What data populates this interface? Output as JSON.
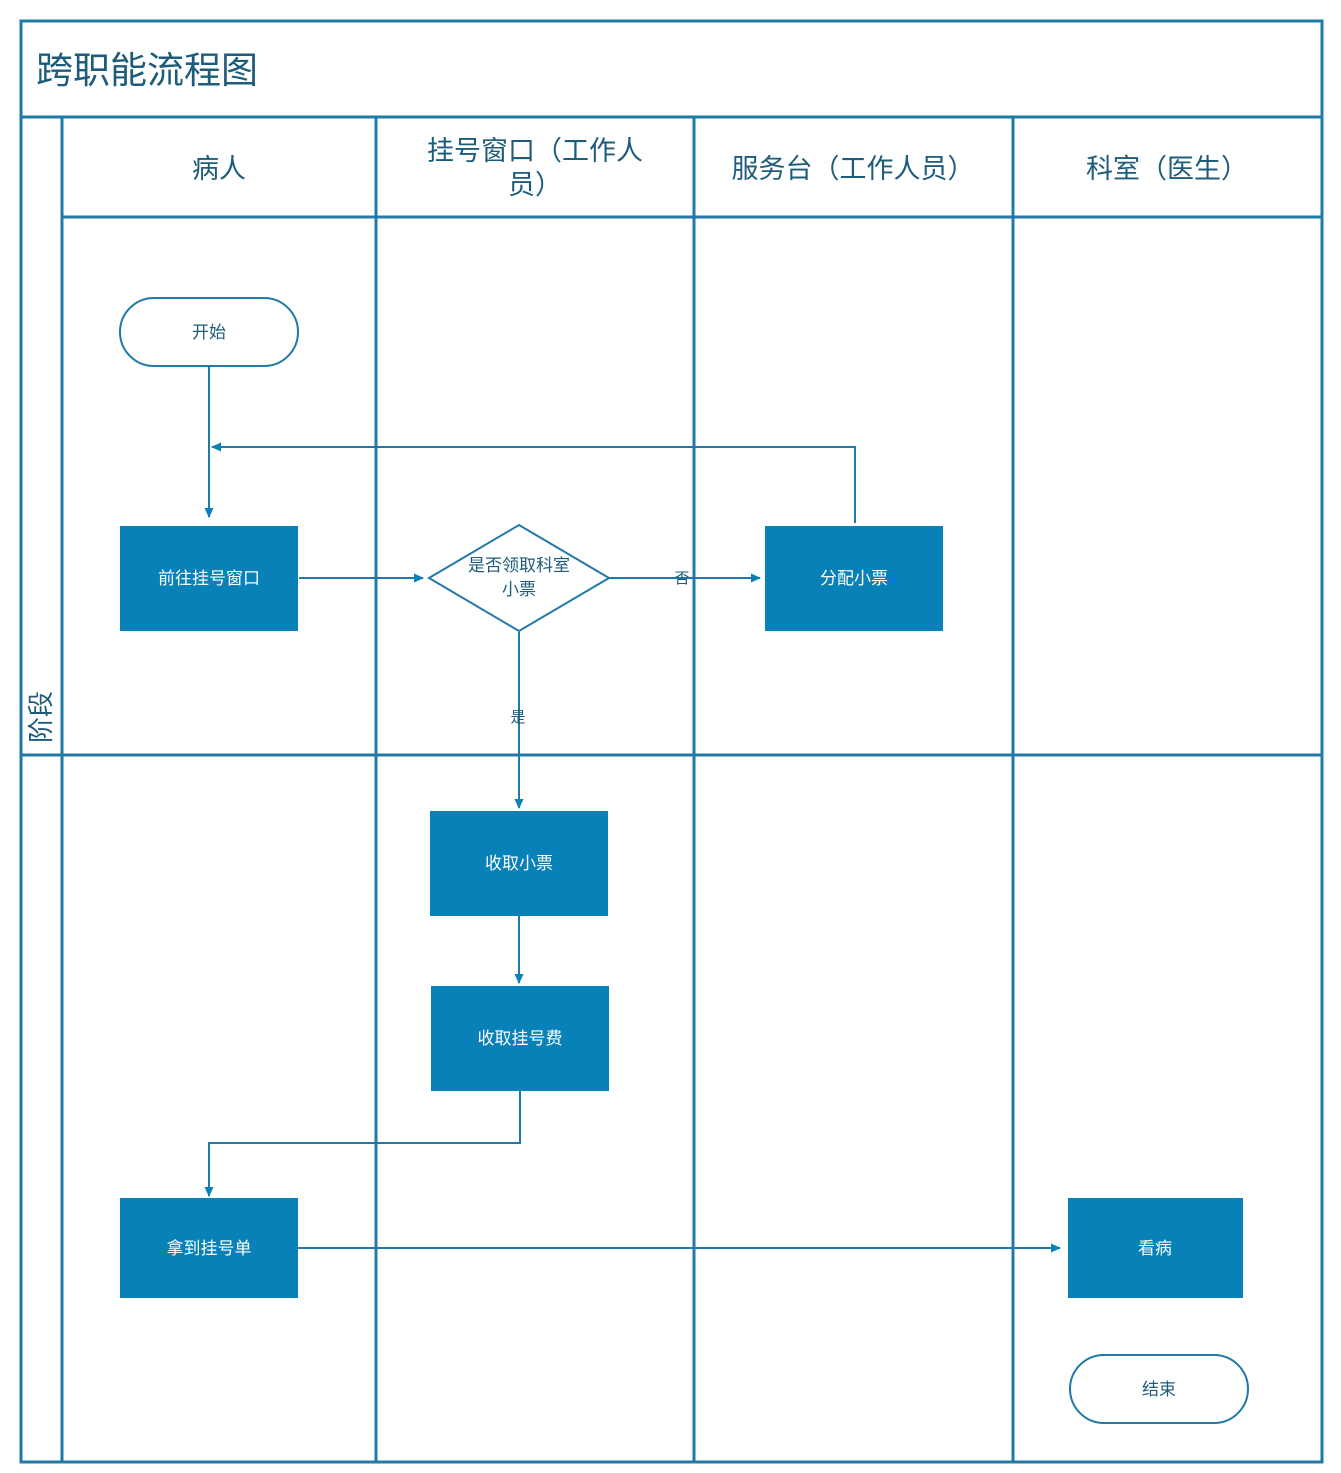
{
  "diagram": {
    "title": "跨职能流程图",
    "phase_label": "阶段",
    "type": "cross-functional-flowchart",
    "colors": {
      "line": "#2079a8",
      "title_text": "#1d5c7a",
      "header_text": "#1d5c7a",
      "process_fill": "#0781b7",
      "process_text": "#ffffff",
      "terminator_fill": "#ffffff",
      "terminator_stroke": "#2079a8",
      "terminator_text": "#1d5c7a",
      "background": "#ffffff"
    },
    "lanes": [
      {
        "id": "lane-patient",
        "label": "病人"
      },
      {
        "id": "lane-registration-window",
        "label": "挂号窗口（工作人员）"
      },
      {
        "id": "lane-service-desk",
        "label": "服务台（工作人员）"
      },
      {
        "id": "lane-department",
        "label": "科室（医生）"
      }
    ],
    "phases": [
      {
        "id": "phase-1",
        "label": "阶段"
      },
      {
        "id": "phase-2",
        "label": ""
      }
    ],
    "nodes": [
      {
        "id": "n-start",
        "label": "开始",
        "shape": "terminator",
        "lane": "lane-patient",
        "phase": "phase-1"
      },
      {
        "id": "n-go-window",
        "label": "前往挂号窗口",
        "shape": "process",
        "lane": "lane-patient",
        "phase": "phase-1"
      },
      {
        "id": "n-decide",
        "label": "是否领取科室小票",
        "shape": "decision",
        "lane": "lane-registration-window",
        "phase": "phase-1"
      },
      {
        "id": "n-assign",
        "label": "分配小票",
        "shape": "process",
        "lane": "lane-service-desk",
        "phase": "phase-1"
      },
      {
        "id": "n-collect-slip",
        "label": "收取小票",
        "shape": "process",
        "lane": "lane-registration-window",
        "phase": "phase-2"
      },
      {
        "id": "n-collect-fee",
        "label": "收取挂号费",
        "shape": "process",
        "lane": "lane-registration-window",
        "phase": "phase-2"
      },
      {
        "id": "n-get-form",
        "label": "拿到挂号单",
        "shape": "process",
        "lane": "lane-patient",
        "phase": "phase-2"
      },
      {
        "id": "n-see-doctor",
        "label": "看病",
        "shape": "process",
        "lane": "lane-department",
        "phase": "phase-2"
      },
      {
        "id": "n-end",
        "label": "结束",
        "shape": "terminator",
        "lane": "lane-department",
        "phase": "phase-2"
      }
    ],
    "decision_labels": {
      "yes": "是",
      "no": "否"
    },
    "edges": [
      {
        "id": "e-start-go",
        "from": "n-start",
        "to": "n-go-window",
        "label": ""
      },
      {
        "id": "e-go-decide",
        "from": "n-go-window",
        "to": "n-decide",
        "label": ""
      },
      {
        "id": "e-decide-assign",
        "from": "n-decide",
        "to": "n-assign",
        "label": "否"
      },
      {
        "id": "e-assign-go",
        "from": "n-assign",
        "to": "n-go-window",
        "label": ""
      },
      {
        "id": "e-decide-collect",
        "from": "n-decide",
        "to": "n-collect-slip",
        "label": "是"
      },
      {
        "id": "e-slip-fee",
        "from": "n-collect-slip",
        "to": "n-collect-fee",
        "label": ""
      },
      {
        "id": "e-fee-form",
        "from": "n-collect-fee",
        "to": "n-get-form",
        "label": ""
      },
      {
        "id": "e-form-doctor",
        "from": "n-get-form",
        "to": "n-see-doctor",
        "label": ""
      }
    ]
  }
}
